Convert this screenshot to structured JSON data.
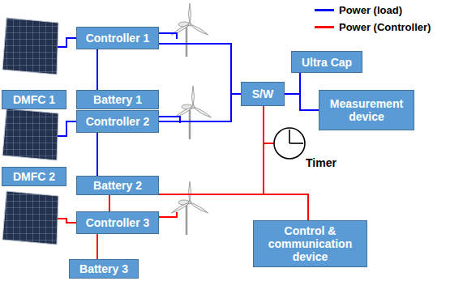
{
  "diagram": {
    "nodes": [
      {
        "text": [
          "Controller 1"
        ]
      },
      {
        "text": [
          "DMFC 1"
        ]
      },
      {
        "text": [
          "Battery 1"
        ]
      },
      {
        "text": [
          "Controller 2"
        ]
      },
      {
        "text": [
          "DMFC 2"
        ]
      },
      {
        "text": [
          "Battery 2"
        ]
      },
      {
        "text": [
          "Controller 3"
        ]
      },
      {
        "text": [
          "Battery 3"
        ]
      },
      {
        "text": [
          "Ultra Cap"
        ]
      },
      {
        "text": [
          "S/W"
        ]
      },
      {
        "text": [
          "Measurement device"
        ]
      },
      {
        "text": [
          "Control & communication device"
        ]
      }
    ],
    "edges": [
      {
        "from": 0,
        "to": 2,
        "arrow": "none"
      },
      {
        "from": 3,
        "to": 5,
        "arrow": "none"
      },
      {
        "from": 0,
        "to": 9,
        "arrow": "none"
      },
      {
        "from": 3,
        "to": 9,
        "arrow": "none"
      },
      {
        "from": 9,
        "to": 8,
        "arrow": "none"
      },
      {
        "from": 9,
        "to": 10,
        "arrow": "none"
      },
      {
        "from": 7,
        "to": 6,
        "arrow": "none"
      },
      {
        "from": 6,
        "to": 9,
        "arrow": "none"
      },
      {
        "from": 6,
        "to": 11,
        "arrow": "none"
      }
    ],
    "labels": [
      "Timer"
    ],
    "legend": [
      {
        "text": "Power (load)",
        "color": "#0000ff"
      },
      {
        "text": "Power (Controller)",
        "color": "#ff0000"
      }
    ]
  }
}
